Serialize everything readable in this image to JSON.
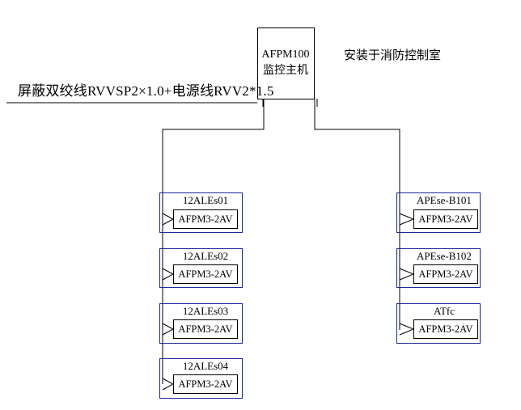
{
  "cable_label": "屏蔽双绞线RVVSP2×1.0+电源线RVV2*1.5",
  "host": {
    "name_line1": "AFPM100",
    "name_line2": "监控主机"
  },
  "install_note": "安装于消防控制室",
  "colors": {
    "line": "#000000",
    "device_border": "#1a2a9a"
  },
  "devices_left": [
    {
      "title": "12ALEs01",
      "model": "AFPM3-2AV"
    },
    {
      "title": "12ALEs02",
      "model": "AFPM3-2AV"
    },
    {
      "title": "12ALEs03",
      "model": "AFPM3-2AV"
    },
    {
      "title": "12ALEs04",
      "model": "AFPM3-2AV"
    }
  ],
  "devices_right": [
    {
      "title": "APEse-B101",
      "model": "AFPM3-2AV"
    },
    {
      "title": "APEse-B102",
      "model": "AFPM3-2AV"
    },
    {
      "title": "ATfc",
      "model": "AFPM3-2AV"
    }
  ]
}
